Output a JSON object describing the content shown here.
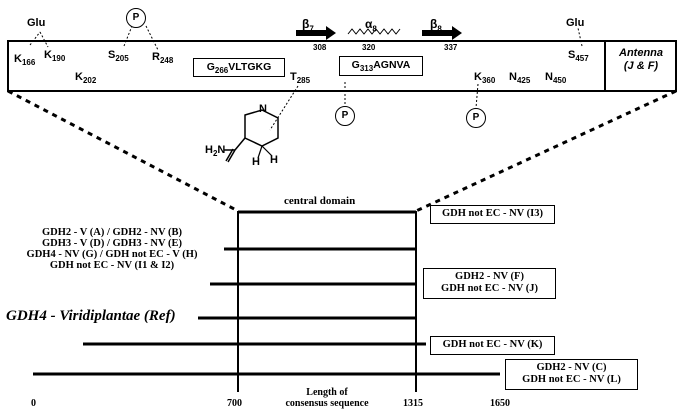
{
  "protein_bar": {
    "glu_left": "Glu",
    "glu_right": "Glu",
    "p_symbol": "P",
    "k166": {
      "base": "K",
      "sub": "166"
    },
    "k190": {
      "base": "K",
      "sub": "190"
    },
    "k202": {
      "base": "K",
      "sub": "202"
    },
    "s205": {
      "base": "S",
      "sub": "205"
    },
    "r248": {
      "base": "R",
      "sub": "248"
    },
    "motif1": {
      "prefix": "G",
      "sub": "266",
      "rest": "VLTGKG"
    },
    "t285": {
      "base": "T",
      "sub": "285"
    },
    "motif2": {
      "prefix": "G",
      "sub": "313",
      "rest": "AGNVA"
    },
    "k360": {
      "base": "K",
      "sub": "360"
    },
    "n425": {
      "base": "N",
      "sub": "425"
    },
    "n450": {
      "base": "N",
      "sub": "450"
    },
    "s457": {
      "base": "S",
      "sub": "457"
    },
    "beta7": {
      "base": "β",
      "sub": "7"
    },
    "alpha8": {
      "base": "α",
      "sub": "8"
    },
    "beta8": {
      "base": "β",
      "sub": "8"
    },
    "pos308": "308",
    "pos320": "320",
    "pos337": "337",
    "antenna_line1": "Antenna",
    "antenna_line2": "(J & F)",
    "nicotinamide_h2n": "H",
    "nicotinamide_h2n_sub": "2",
    "nicotinamide_n": "N",
    "nicotinamide_h1": "H",
    "nicotinamide_h2": "H"
  },
  "central_domain_label": "central domain",
  "groups": {
    "left_stack": [
      "GDH2 - V (A) / GDH2 - NV (B)",
      "GDH3 - V (D) / GDH3 - NV (E)",
      "GDH4 - NV (G) / GDH not EC - V (H)",
      "GDH not EC - NV (I1 & I2)"
    ],
    "ref": "GDH4 - Viridiplantae (Ref)",
    "i3": "GDH not EC - NV (I3)",
    "fj": [
      "GDH2 - NV (F)",
      "GDH not EC - NV (J)"
    ],
    "k": "GDH not EC - NV (K)",
    "cl": [
      "GDH2 - NV (C)",
      "GDH not EC - NV (L)"
    ]
  },
  "axis": {
    "ticks": [
      "0",
      "700",
      "1315",
      "1650"
    ],
    "label_line1": "Length of",
    "label_line2": "consensus sequence"
  }
}
